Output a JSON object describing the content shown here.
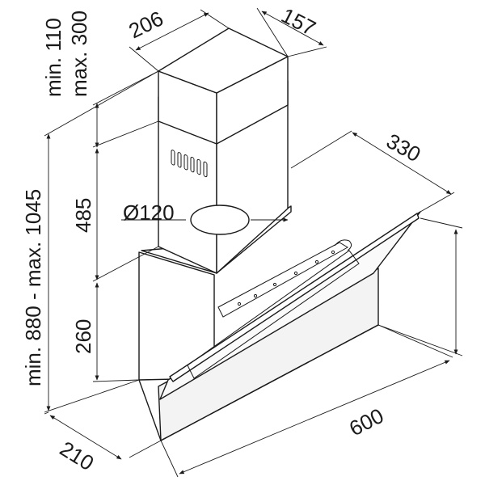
{
  "diagram": {
    "dimensions": {
      "chimney_width": "206",
      "chimney_depth": "157",
      "chimney_extension_min": "min. 110",
      "chimney_extension_max": "max. 300",
      "chimney_fixed_height": "485",
      "body_height": "260",
      "overall_height": "min. 880 - max. 1045",
      "canopy_depth": "330",
      "duct_diameter": "Ø120",
      "body_depth": "210",
      "body_width": "600"
    },
    "arrow_icon": "arrowhead-icon",
    "vent_icon": "vent-slot-icon"
  }
}
